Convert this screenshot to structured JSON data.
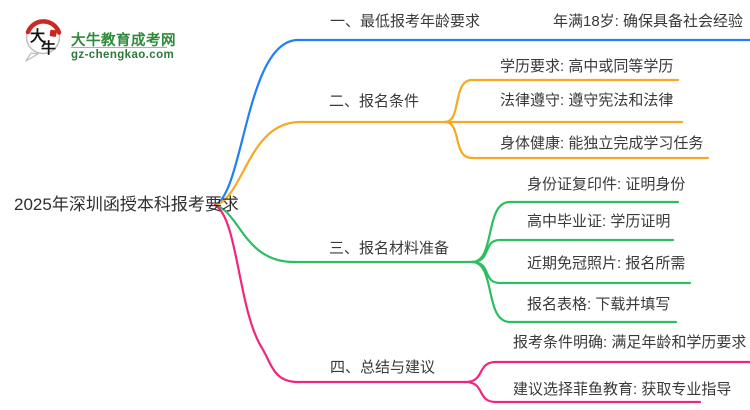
{
  "logo": {
    "badge_char1": "大",
    "badge_char2": "牛",
    "title": "大牛教育成考网",
    "url": "gz-chengkao.com",
    "title_color": "#2e8b3c",
    "accent_red": "#cc2a1e"
  },
  "mindmap": {
    "root": {
      "label": "2025年深圳函授本科报考要求"
    },
    "branches": [
      {
        "label": "一、最低报考年龄要求",
        "color": "#2080f8",
        "children": [
          {
            "label": "年满18岁: 确保具备社会经验"
          }
        ]
      },
      {
        "label": "二、报名条件",
        "color": "#f7a824",
        "children": [
          {
            "label": "学历要求: 高中或同等学历"
          },
          {
            "label": "法律遵守: 遵守宪法和法律"
          },
          {
            "label": "身体健康: 能独立完成学习任务"
          }
        ]
      },
      {
        "label": "三、报名材料准备",
        "color": "#2dbe60",
        "children": [
          {
            "label": "身份证复印件: 证明身份"
          },
          {
            "label": "高中毕业证: 学历证明"
          },
          {
            "label": "近期免冠照片: 报名所需"
          },
          {
            "label": "报名表格: 下载并填写"
          }
        ]
      },
      {
        "label": "四、总结与建议",
        "color": "#f0257f",
        "children": [
          {
            "label": "报考条件明确: 满足年龄和学历要求"
          },
          {
            "label": "建议选择菲鱼教育: 获取专业指导"
          }
        ]
      }
    ]
  },
  "style": {
    "text_color": "#3a3a3a",
    "background": "#ffffff"
  }
}
